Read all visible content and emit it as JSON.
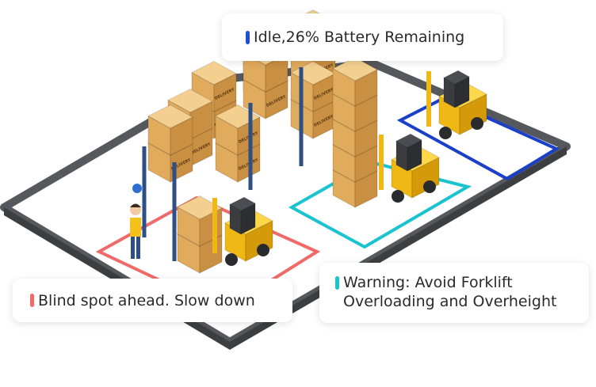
{
  "callouts": {
    "idle": {
      "text": "Idle,26% Battery Remaining",
      "color": "#1a4fd6"
    },
    "blind_spot": {
      "text": "Blind spot ahead. Slow down",
      "color": "#f06a6a"
    },
    "warning": {
      "text": "Warning: Avoid Forklift Overloading and Overheight",
      "color": "#19c3cf"
    }
  },
  "crate_label": "DELIVERY",
  "colors": {
    "frame": "#55585c",
    "zone_red": "#f06a6a",
    "zone_cyan": "#19c3cf",
    "zone_blue": "#1a3fc8",
    "crate": "#e7b96a",
    "forklift": "#f5c21b"
  }
}
